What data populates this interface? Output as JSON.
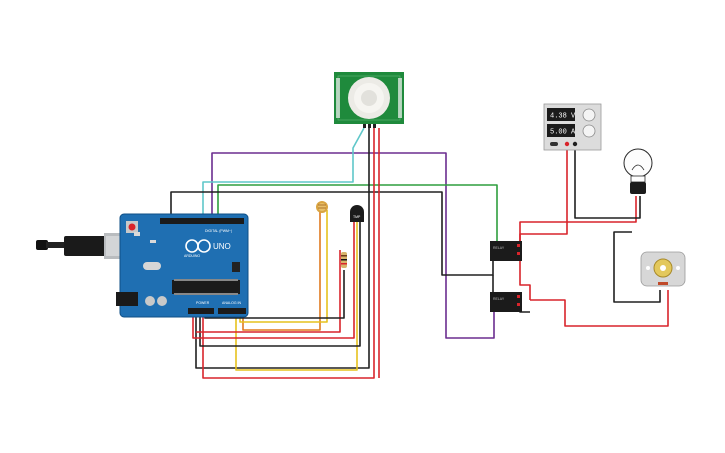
{
  "board": {
    "brand": "ARDUINO",
    "model": "UNO",
    "digital_label": "DIGITAL (PWM~)",
    "power_label": "POWER",
    "analog_label": "ANALOG IN"
  },
  "temp_sensor": {
    "label": "TMP"
  },
  "power_supply": {
    "voltage": "4.38 V",
    "current": "5.00 A"
  },
  "relay_top": {
    "label": "RELAY"
  },
  "relay_bottom": {
    "label": "RELAY"
  },
  "colors": {
    "wire_red": "#d9242b",
    "wire_black": "#202020",
    "wire_purple": "#6b2d8f",
    "wire_green": "#2e9e3e",
    "wire_cyan": "#5fc7c9",
    "wire_yellow": "#e6c21e",
    "wire_orange": "#e07a1f",
    "board_blue": "#1f6fb2",
    "pir_green": "#1f8a3c"
  }
}
